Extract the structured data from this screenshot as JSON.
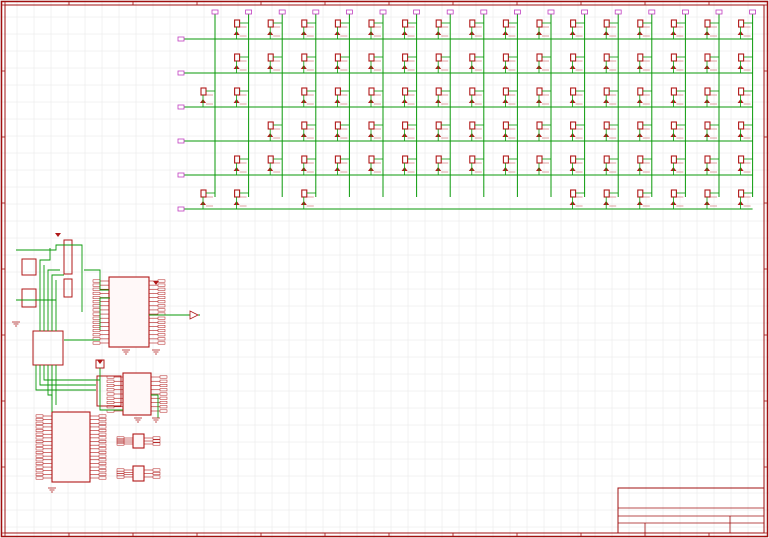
{
  "colors": {
    "frame": "#a01010",
    "grid": "#e6e6e6",
    "wire": "#0a9a0a",
    "component": "#b01818",
    "label": "#2a2ad0",
    "pad": "#c040c0",
    "text": "#222222"
  },
  "sheet": {
    "title_block": {
      "title": "",
      "rev": ""
    }
  },
  "matrix": {
    "rows": 6,
    "cols": 17,
    "missing": [
      [
        0,
        0
      ],
      [
        3,
        0
      ],
      [
        3,
        1
      ],
      [
        4,
        0
      ],
      [
        5,
        2
      ],
      [
        5,
        4
      ],
      [
        5,
        5
      ],
      [
        5,
        6
      ],
      [
        5,
        7
      ],
      [
        5,
        8
      ],
      [
        5,
        9
      ],
      [
        5,
        10
      ],
      [
        2,
        2
      ],
      [
        1,
        0
      ]
    ],
    "switch_label_prefix": "SW",
    "diode_label_prefix": "D"
  },
  "blocks": {
    "mcu_label": "U1",
    "usb_label": "USB",
    "mcu2_label": "U2",
    "mcu3_label": "U3"
  }
}
